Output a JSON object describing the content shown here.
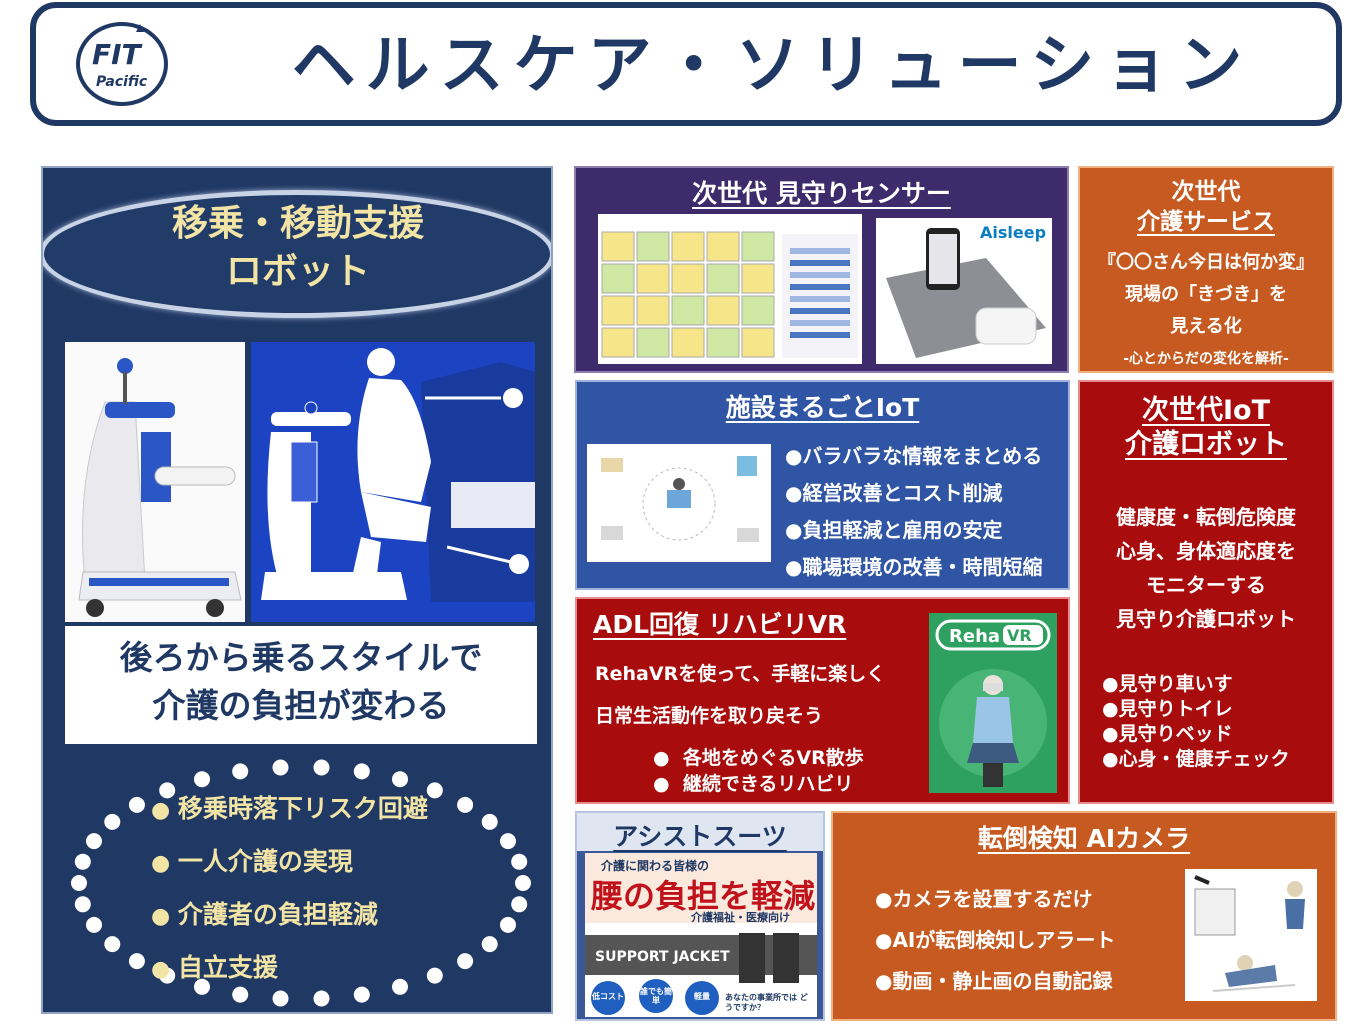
{
  "header": {
    "logo_text_top": "FIT",
    "logo_text_bottom": "Pacific",
    "title": "ヘルスケア・ソリューション"
  },
  "left_panel": {
    "heading_line1": "移乗・移動支援",
    "heading_line2": "ロボット",
    "tagline_line1": "後ろから乗るスタイルで",
    "tagline_line2": "介護の負担が変わる",
    "bullets": [
      "移乗時落下リスク回避",
      "一人介護の実現",
      "介護者の負担軽減",
      "自立支援"
    ]
  },
  "sensor_panel": {
    "title": "次世代 見守りセンサー",
    "brand": "Aisleep"
  },
  "care_panel": {
    "title_line1": "次世代",
    "title_line2": "介護サービス",
    "line1": "『〇〇さん今日は何か変』",
    "line2": "現場の「きづき」を",
    "line3": "見える化",
    "note": "-心とからだの変化を解析-"
  },
  "iot_panel": {
    "title": "施設まるごとIoT",
    "bullets": [
      "バラバラな情報をまとめる",
      "経営改善とコスト削減",
      "負担軽減と雇用の安定",
      "職場環境の改善・時間短縮"
    ]
  },
  "robot_panel": {
    "title_line1": "次世代IoT",
    "title_line2": "介護ロボット",
    "desc": [
      "健康度・転倒危険度",
      "心身、身体適応度を",
      "モニターする",
      "見守り介護ロボット"
    ],
    "bullets": [
      "見守り車いす",
      "見守りトイレ",
      "見守りベッド",
      "心身・健康チェック"
    ]
  },
  "vr_panel": {
    "title": "ADL回復 リハビリVR",
    "desc_line1": "RehaVRを使って、手軽に楽しく",
    "desc_line2": "日常生活動作を取り戻そう",
    "bullets": [
      "各地をめぐるVR散歩",
      "継続できるリハビリ"
    ],
    "logo_text1": "Reha",
    "logo_text2": "VR"
  },
  "suit_panel": {
    "title": "アシストスーツ",
    "poster_line1": "介護に関わる皆様の",
    "poster_big": "腰の負担を軽減",
    "poster_sub": "介護福祉・医療向け",
    "poster_jacket": "SUPPORT JACKET",
    "badges": [
      "低コスト",
      "誰でも簡単",
      "軽量"
    ],
    "question": "あなたの事業所では どうですか？"
  },
  "ai_panel": {
    "title": "転倒検知 AIカメラ",
    "bullets": [
      "カメラを設置するだけ",
      "AIが転倒検知しアラート",
      "動画・静止画の自動記録"
    ]
  },
  "colors": {
    "navy": "#1f3864",
    "left_bg": "#203864",
    "cream": "#f2e4a5",
    "purple": "#3e2b6b",
    "orange": "#c65a20",
    "blue": "#2f55a4",
    "red": "#a80c0c"
  }
}
